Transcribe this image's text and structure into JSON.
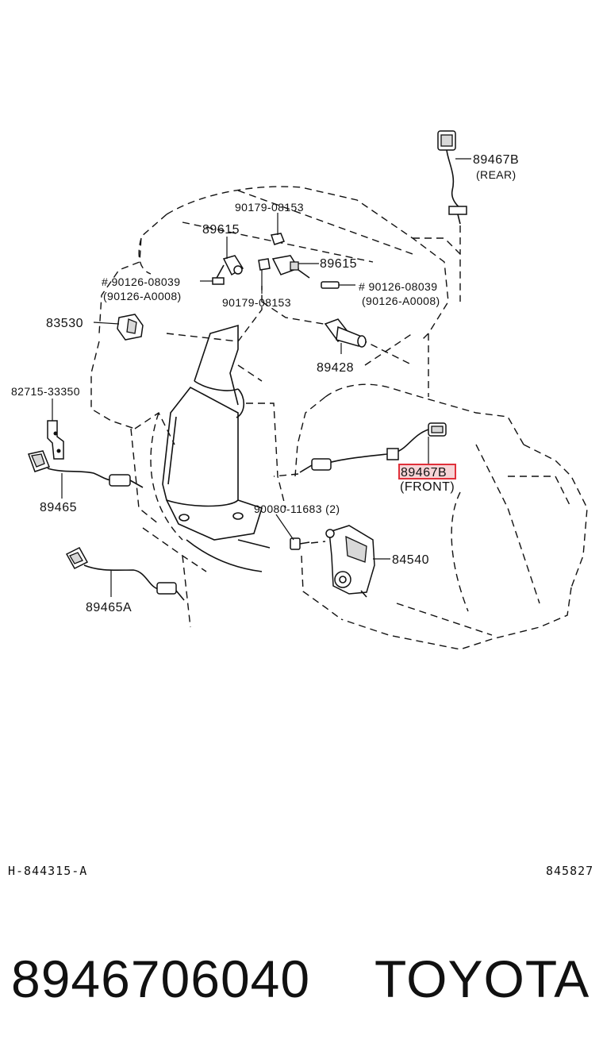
{
  "parts": {
    "p89467b_rear": "89467B",
    "rear_note": "(REAR)",
    "p90179_top": "90179-08153",
    "p89615_left": "89615",
    "p89615_right": "89615",
    "p90126_left": "# 90126-08039",
    "p90126_left_alt": "(90126-A0008)",
    "p90126_right": "# 90126-08039",
    "p90126_right_alt": "(90126-A0008)",
    "p90179_mid": "90179-08153",
    "p83530": "83530",
    "p89428": "89428",
    "p82715": "82715-33350",
    "p89465": "89465",
    "p89467b_front": "89467B",
    "front_note": "(FRONT)",
    "p90080": "90080-11683 (2)",
    "p84540": "84540",
    "p89465a": "89465A"
  },
  "footer": {
    "diagram_ref": "H-844315-A",
    "diagram_no": "845827",
    "part_number": "8946706040",
    "brand": "TOYOTA"
  },
  "colors": {
    "highlight": "#e0303a",
    "highlight_fill": "#f6d4d6"
  }
}
